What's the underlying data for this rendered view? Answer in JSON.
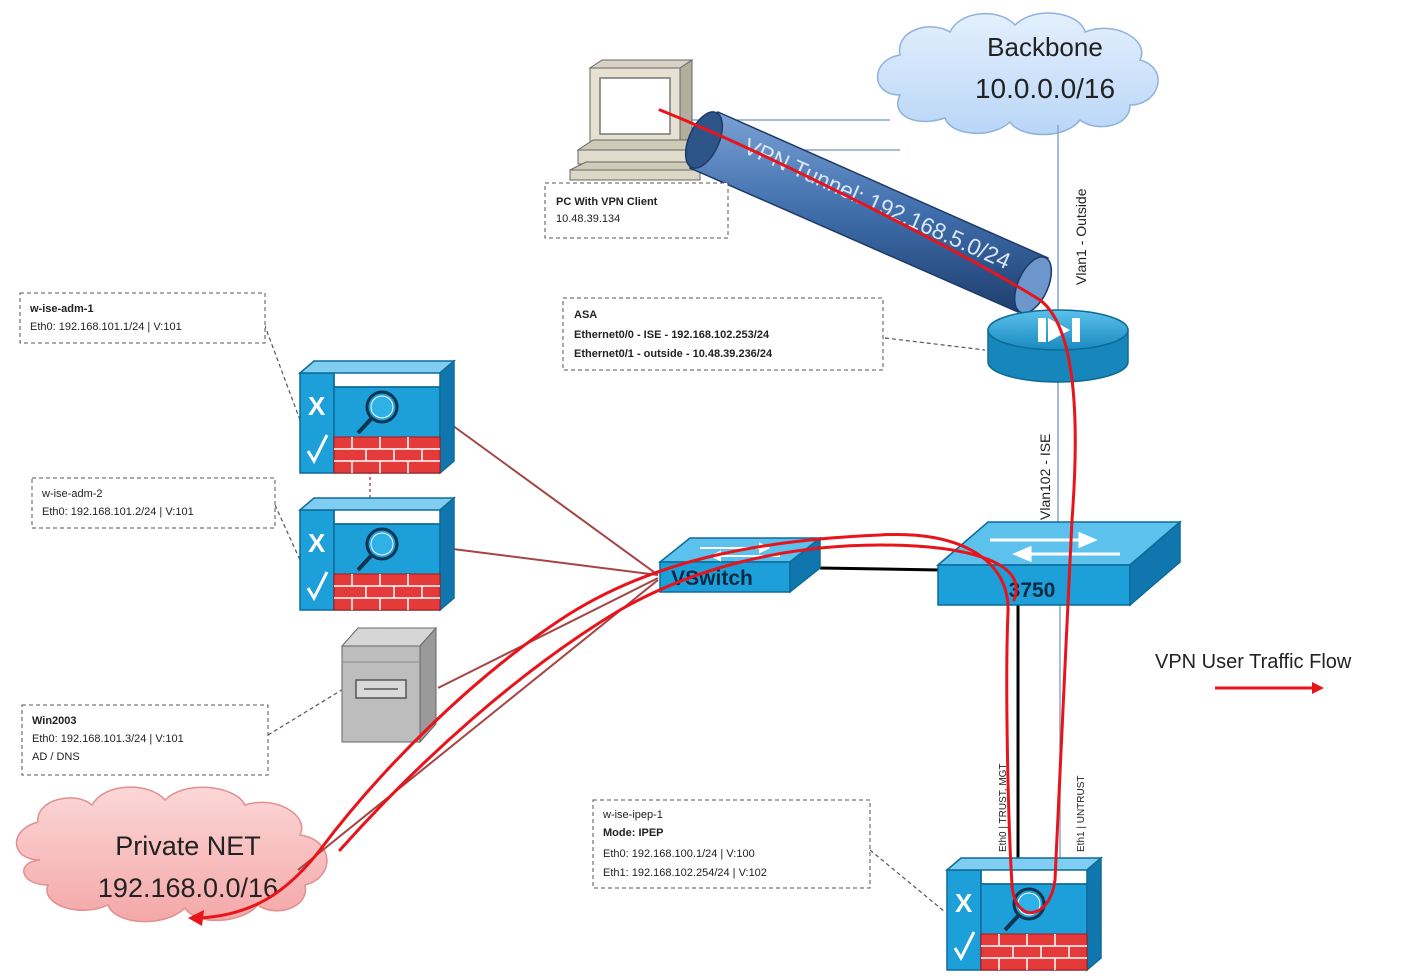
{
  "clouds": {
    "backbone": {
      "name": "Backbone",
      "subnet": "10.0.0.0/16"
    },
    "private": {
      "name": "Private NET",
      "subnet": "192.168.0.0/16"
    }
  },
  "tunnel": {
    "label": "VPN Tunnel: 192.168.5.0/24"
  },
  "links": {
    "vlan1": "Vlan1 - Outside",
    "vlan102": "Vlan102 - ISE",
    "eth0": "Eth0  |  TRUST, MGT",
    "eth1": "Eth1  |  UNTRUST"
  },
  "devices": {
    "vswitch": "VSwitch",
    "switch3750": "3750"
  },
  "labels": {
    "pc": {
      "title": "PC With VPN Client",
      "line1": "10.48.39.134"
    },
    "asa": {
      "title": "ASA",
      "line1": "Ethernet0/0 - ISE - 192.168.102.253/24",
      "line2": "Ethernet0/1 - outside - 10.48.39.236/24"
    },
    "adm1": {
      "title": "w-ise-adm-1",
      "line1": "Eth0: 192.168.101.1/24 | V:101"
    },
    "adm2": {
      "title": "w-ise-adm-2",
      "line1": "Eth0: 192.168.101.2/24 | V:101"
    },
    "win": {
      "title": "Win2003",
      "line1": "Eth0: 192.168.101.3/24 | V:101",
      "line2": "AD / DNS"
    },
    "ipep": {
      "title": "w-ise-ipep-1",
      "line1": "Mode: IPEP",
      "line2": "Eth0: 192.168.100.1/24 | V:100",
      "line3": "Eth1: 192.168.102.254/24 | V:102"
    }
  },
  "legend": {
    "label": "VPN User Traffic Flow"
  },
  "colors": {
    "flow": "#e8141c",
    "device_blue": "#1d9fd9",
    "tunnel": "#3f6eab",
    "cloud_blue": "#cfe3fb",
    "cloud_red": "#f9c0c0"
  }
}
